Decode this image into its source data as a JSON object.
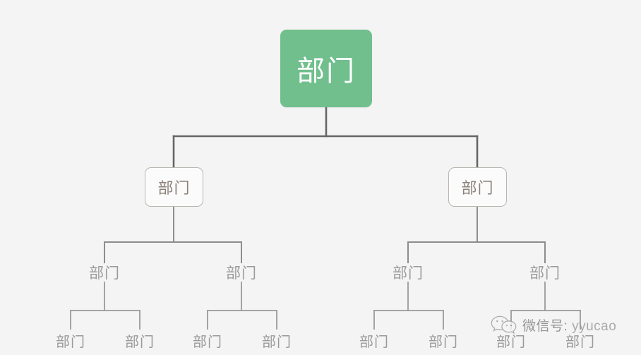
{
  "diagram": {
    "type": "org-chart",
    "background_color": "#f4f4f4",
    "title": "",
    "levels": 4,
    "colors": {
      "root_fill": "#70bf8d",
      "root_text": "#ffffff",
      "box_fill": "#fbfbfb",
      "box_border": "#b9b5b1",
      "box_text": "#8c8178",
      "plain_text": "#9a9a9a",
      "connector_dark": "#666666",
      "connector_light": "#8d8d8d",
      "connector_lighter": "#9a9a9a"
    },
    "nodes": {
      "root": {
        "label": "部门"
      },
      "level2": [
        {
          "label": "部门"
        },
        {
          "label": "部门"
        }
      ],
      "level3": [
        {
          "label": "部门"
        },
        {
          "label": "部门"
        },
        {
          "label": "部门"
        },
        {
          "label": "部门"
        }
      ],
      "level4": [
        {
          "label": "部门"
        },
        {
          "label": "部门"
        },
        {
          "label": "部门"
        },
        {
          "label": "部门"
        },
        {
          "label": "部门"
        },
        {
          "label": "部门"
        },
        {
          "label": "部门"
        },
        {
          "label": "部门"
        }
      ]
    }
  },
  "watermark": {
    "icon": "wechat-logo-icon",
    "prefix": "微信号: ",
    "account": "yyucao"
  }
}
